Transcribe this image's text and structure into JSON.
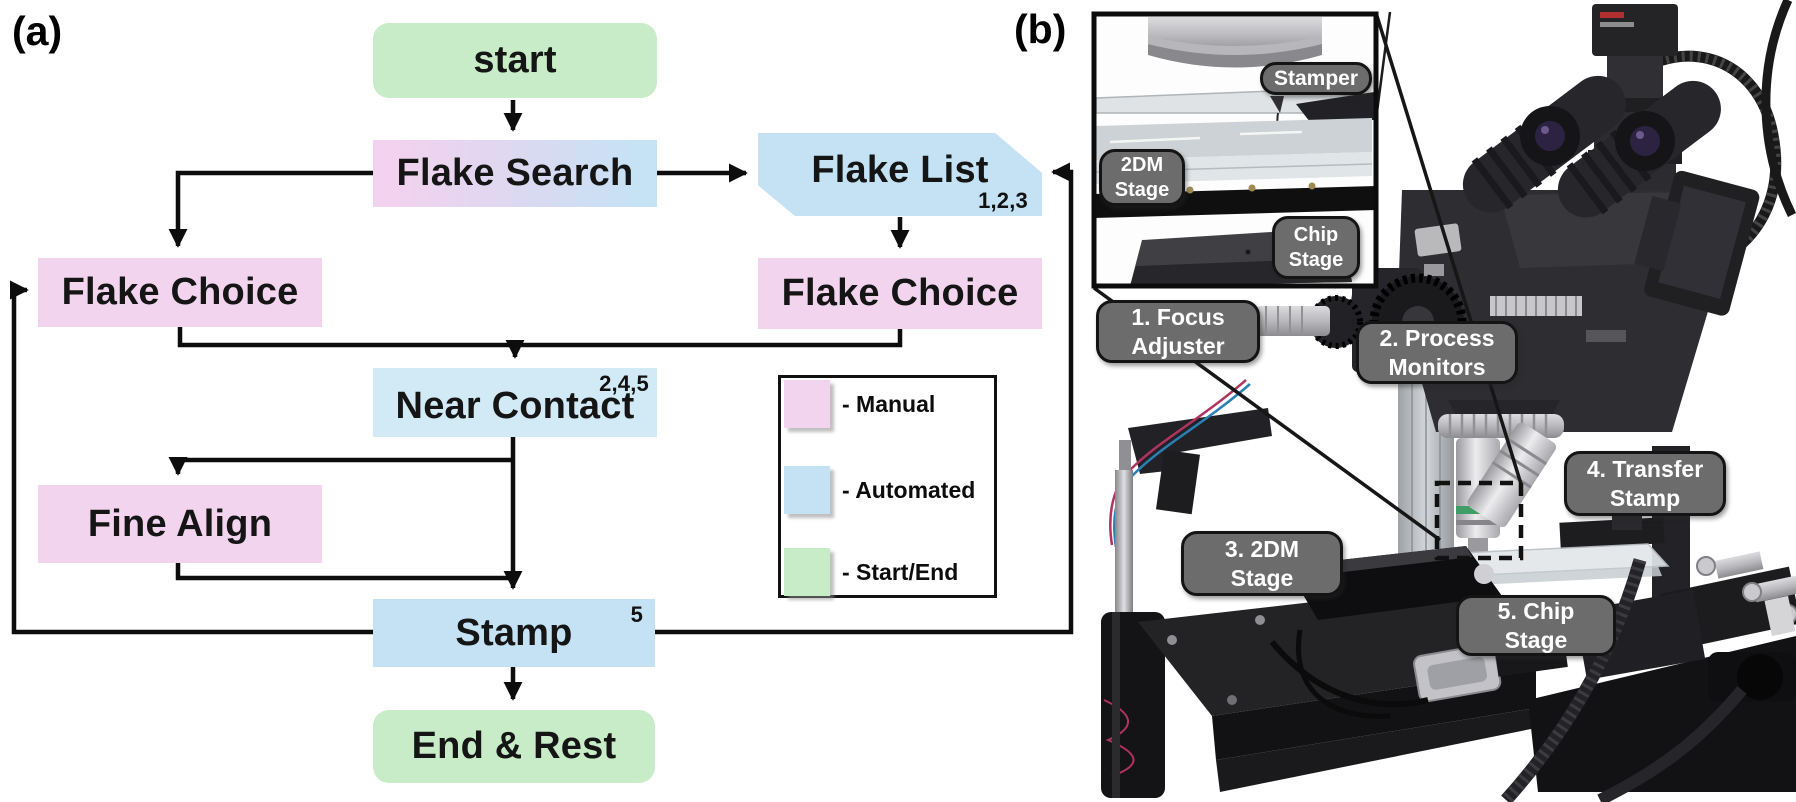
{
  "panels": {
    "a_label": "(a)",
    "b_label": "(b)"
  },
  "flowchart": {
    "nodes": {
      "start": {
        "label": "start",
        "type": "start_end"
      },
      "flake_search": {
        "label": "Flake Search",
        "type": "manual_and_automated"
      },
      "flake_list": {
        "label": "Flake List",
        "superscript": "1,2,3",
        "type": "automated"
      },
      "flake_choice_left": {
        "label": "Flake Choice",
        "type": "manual"
      },
      "flake_choice_right": {
        "label": "Flake Choice",
        "type": "manual"
      },
      "near_contact": {
        "label": "Near Contact",
        "superscript": "2,4,5",
        "type": "automated"
      },
      "fine_align": {
        "label": "Fine Align",
        "type": "manual"
      },
      "stamp": {
        "label": "Stamp",
        "superscript": "5",
        "type": "automated"
      },
      "end_rest": {
        "label": "End & Rest",
        "type": "start_end"
      }
    },
    "legend": {
      "items": [
        {
          "label": "- Manual",
          "color": "#f2d4ef"
        },
        {
          "label": "- Automated",
          "color": "#c4e2f4"
        },
        {
          "label": "- Start/End",
          "color": "#c8ecc8"
        }
      ]
    },
    "line_color": "#0d0d0d"
  },
  "photo": {
    "callouts": {
      "stamper": {
        "l1": "Stamper",
        "l2": ""
      },
      "dm_stage_inset": {
        "l1": "2DM",
        "l2": "Stage"
      },
      "chip_stage_inset": {
        "l1": "Chip",
        "l2": "Stage"
      },
      "focus_adjuster": {
        "l1": "1. Focus",
        "l2": "Adjuster"
      },
      "process_monitors": {
        "l1": "2. Process",
        "l2": "Monitors"
      },
      "dm_stage": {
        "l1": "3. 2DM",
        "l2": "Stage"
      },
      "transfer_stamp": {
        "l1": "4. Transfer",
        "l2": "Stamp"
      },
      "chip_stage": {
        "l1": "5. Chip",
        "l2": "Stage"
      }
    },
    "pill_color": "#6c6c6c"
  }
}
